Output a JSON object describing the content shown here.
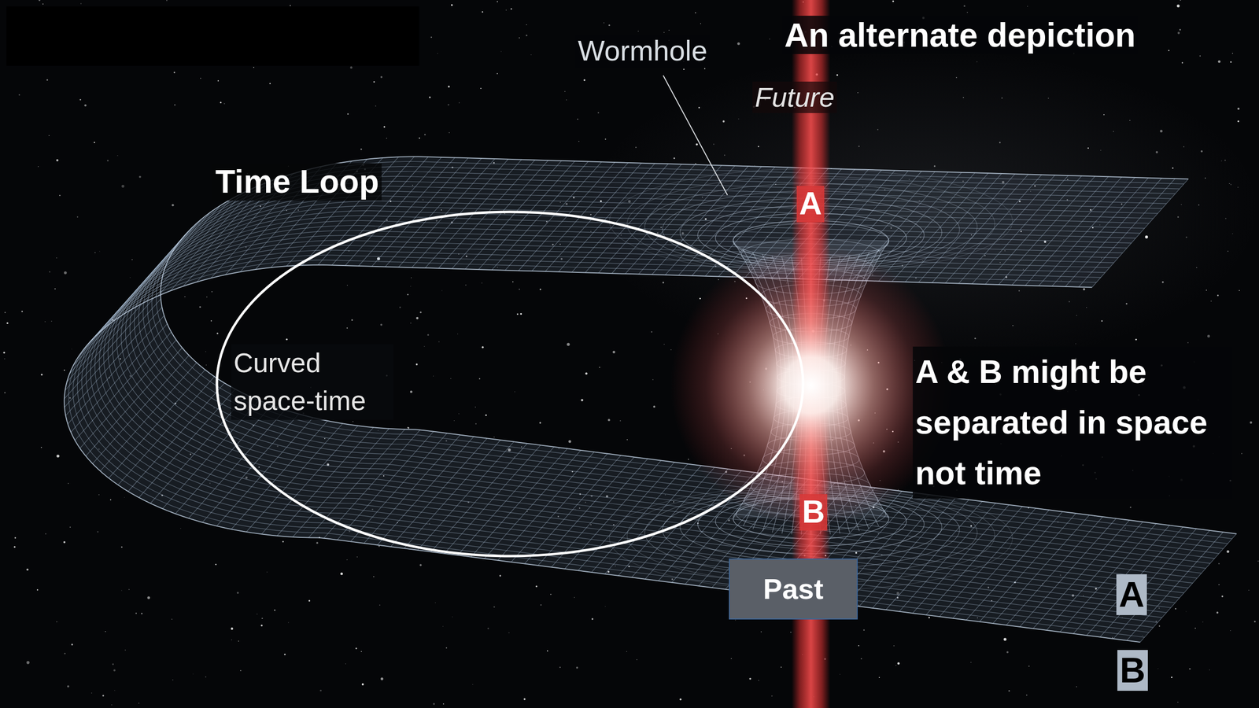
{
  "diagram": {
    "title": "An alternate depiction",
    "nodes": [
      {
        "text": [
          "Time Loop"
        ]
      },
      {
        "text": [
          "Past"
        ]
      }
    ],
    "labels": [
      "Wormhole",
      "Future",
      "A",
      "Curved space-time",
      "A & B might be separated in space not time",
      "B",
      "A",
      "B"
    ]
  }
}
